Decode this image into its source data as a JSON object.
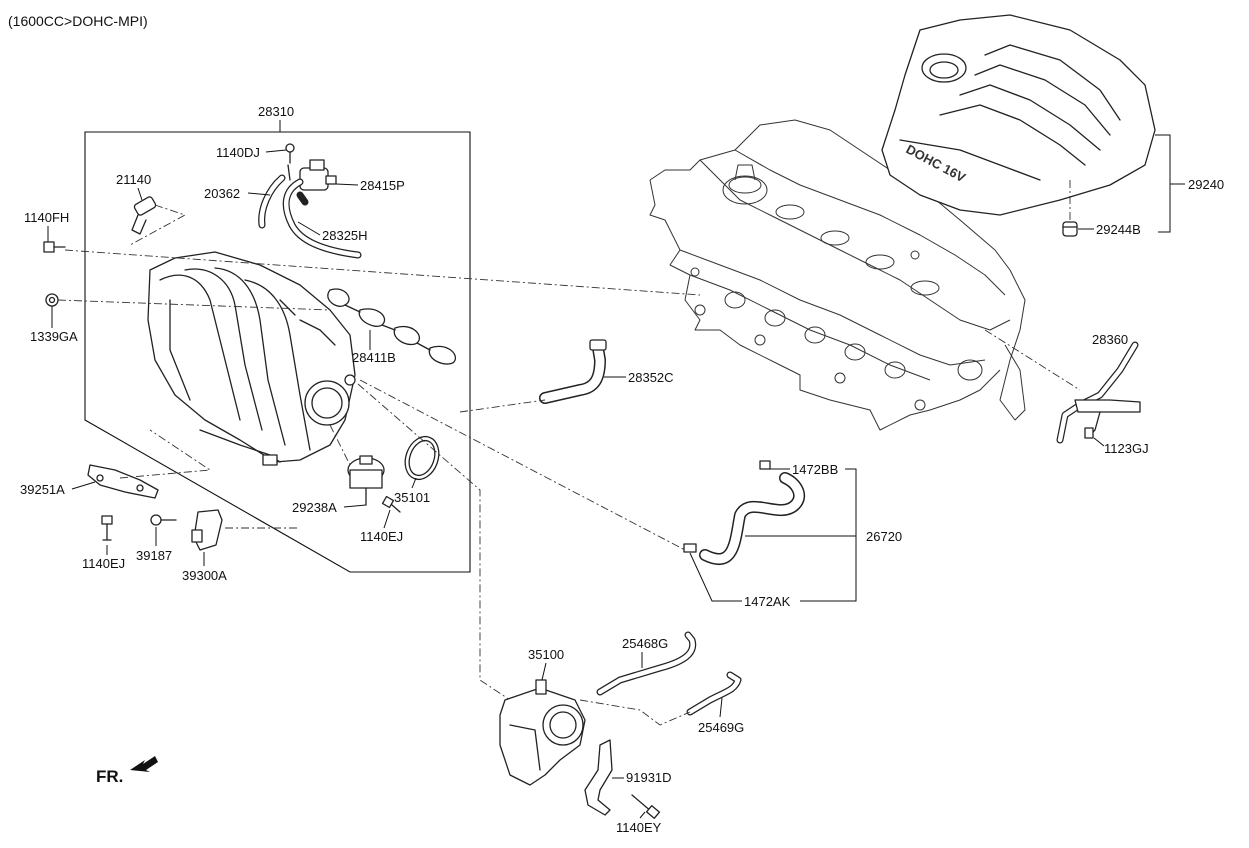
{
  "header": {
    "engine_spec": "(1600CC>DOHC-MPI)"
  },
  "front_indicator": {
    "label": "FR."
  },
  "cover": {
    "emblem_text": "DOHC 16V"
  },
  "labels": {
    "p28310": "28310",
    "p1140DJ": "1140DJ",
    "p21140": "21140",
    "p20362": "20362",
    "p28415P": "28415P",
    "p28325H": "28325H",
    "p1140FH": "1140FH",
    "p1339GA": "1339GA",
    "p28411B": "28411B",
    "p28352C": "28352C",
    "p39251A": "39251A",
    "p29238A": "29238A",
    "p35101": "35101",
    "p1140EJ_a": "1140EJ",
    "p1140EJ_b": "1140EJ",
    "p39187": "39187",
    "p39300A": "39300A",
    "p29240": "29240",
    "p29244B": "29244B",
    "p28360": "28360",
    "p1123GJ": "1123GJ",
    "p1472BB": "1472BB",
    "p26720": "26720",
    "p1472AK": "1472AK",
    "p35100": "35100",
    "p25468G": "25468G",
    "p25469G": "25469G",
    "p91931D": "91931D",
    "p1140EY": "1140EY"
  }
}
